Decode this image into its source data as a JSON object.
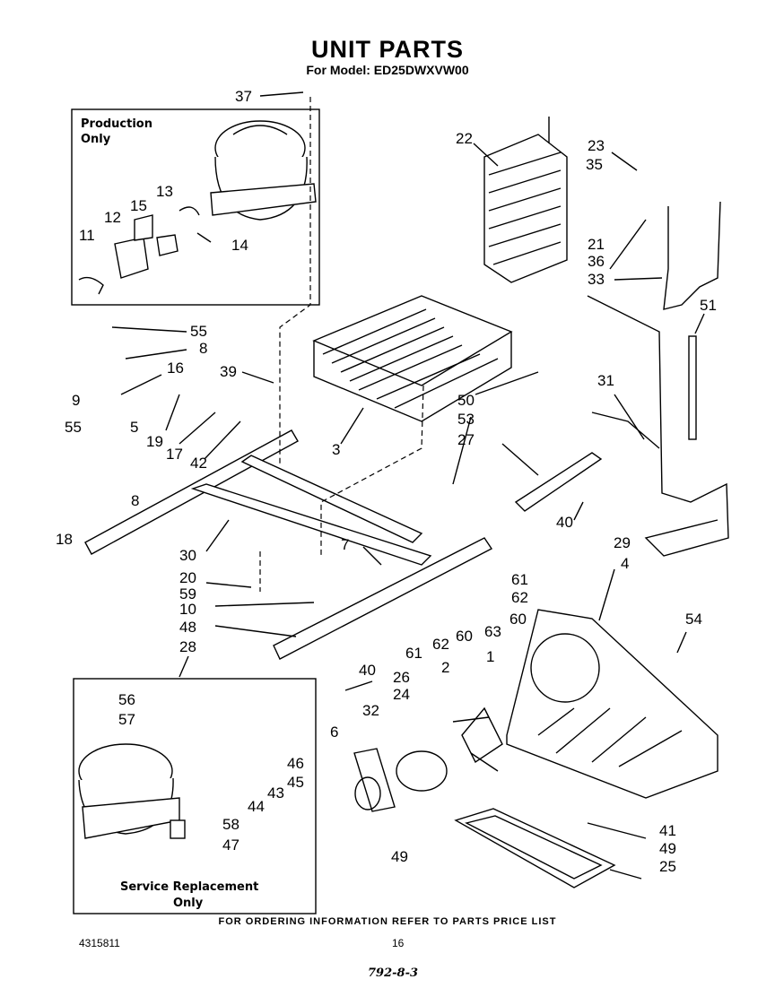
{
  "header": {
    "title": "UNIT PARTS",
    "subtitle": "For Model: ED25DWXVW00"
  },
  "boxes": {
    "production_line1": "Production",
    "production_line2": "Only",
    "service_line1": "Service Replacement",
    "service_line2": "Only"
  },
  "callouts": [
    "37",
    "22",
    "23",
    "35",
    "21",
    "36",
    "33",
    "51",
    "13",
    "15",
    "12",
    "11",
    "14",
    "55",
    "8",
    "9",
    "39",
    "16",
    "19",
    "17",
    "42",
    "3",
    "55",
    "5",
    "8",
    "18",
    "50",
    "53",
    "31",
    "27",
    "40",
    "29",
    "7",
    "30",
    "20",
    "59",
    "10",
    "48",
    "61",
    "62",
    "60",
    "63",
    "61",
    "62",
    "60",
    "4",
    "54",
    "28",
    "40",
    "26",
    "1",
    "2",
    "24",
    "32",
    "56",
    "57",
    "6",
    "58",
    "44",
    "43",
    "45",
    "46",
    "47",
    "41",
    "49",
    "49",
    "25"
  ],
  "footer": {
    "note": "FOR ORDERING INFORMATION REFER TO PARTS PRICE LIST",
    "doc_number": "4315811",
    "page_number": "16",
    "handwritten": "792-8-3"
  }
}
